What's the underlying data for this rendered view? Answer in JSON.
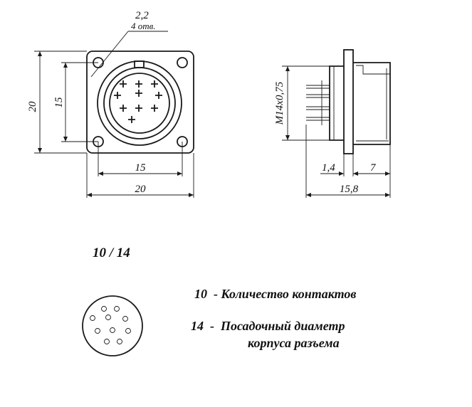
{
  "front_view": {
    "hole_diameter": "2,2",
    "hole_count": "4 отв.",
    "height_outer": "20",
    "height_inner": "15",
    "width_inner": "15",
    "width_outer": "20"
  },
  "side_view": {
    "thread": "M14x0,75",
    "flange_thickness": "1,4",
    "body_length": "7",
    "total_length": "15,8"
  },
  "code": {
    "title": "10 / 14",
    "legend": [
      {
        "number": "10",
        "separator": "-",
        "text": "Количество контактов"
      },
      {
        "number": "14",
        "separator": "-",
        "text_line1": "Посадочный диаметр",
        "text_line2": "корпуса разъема"
      }
    ]
  }
}
